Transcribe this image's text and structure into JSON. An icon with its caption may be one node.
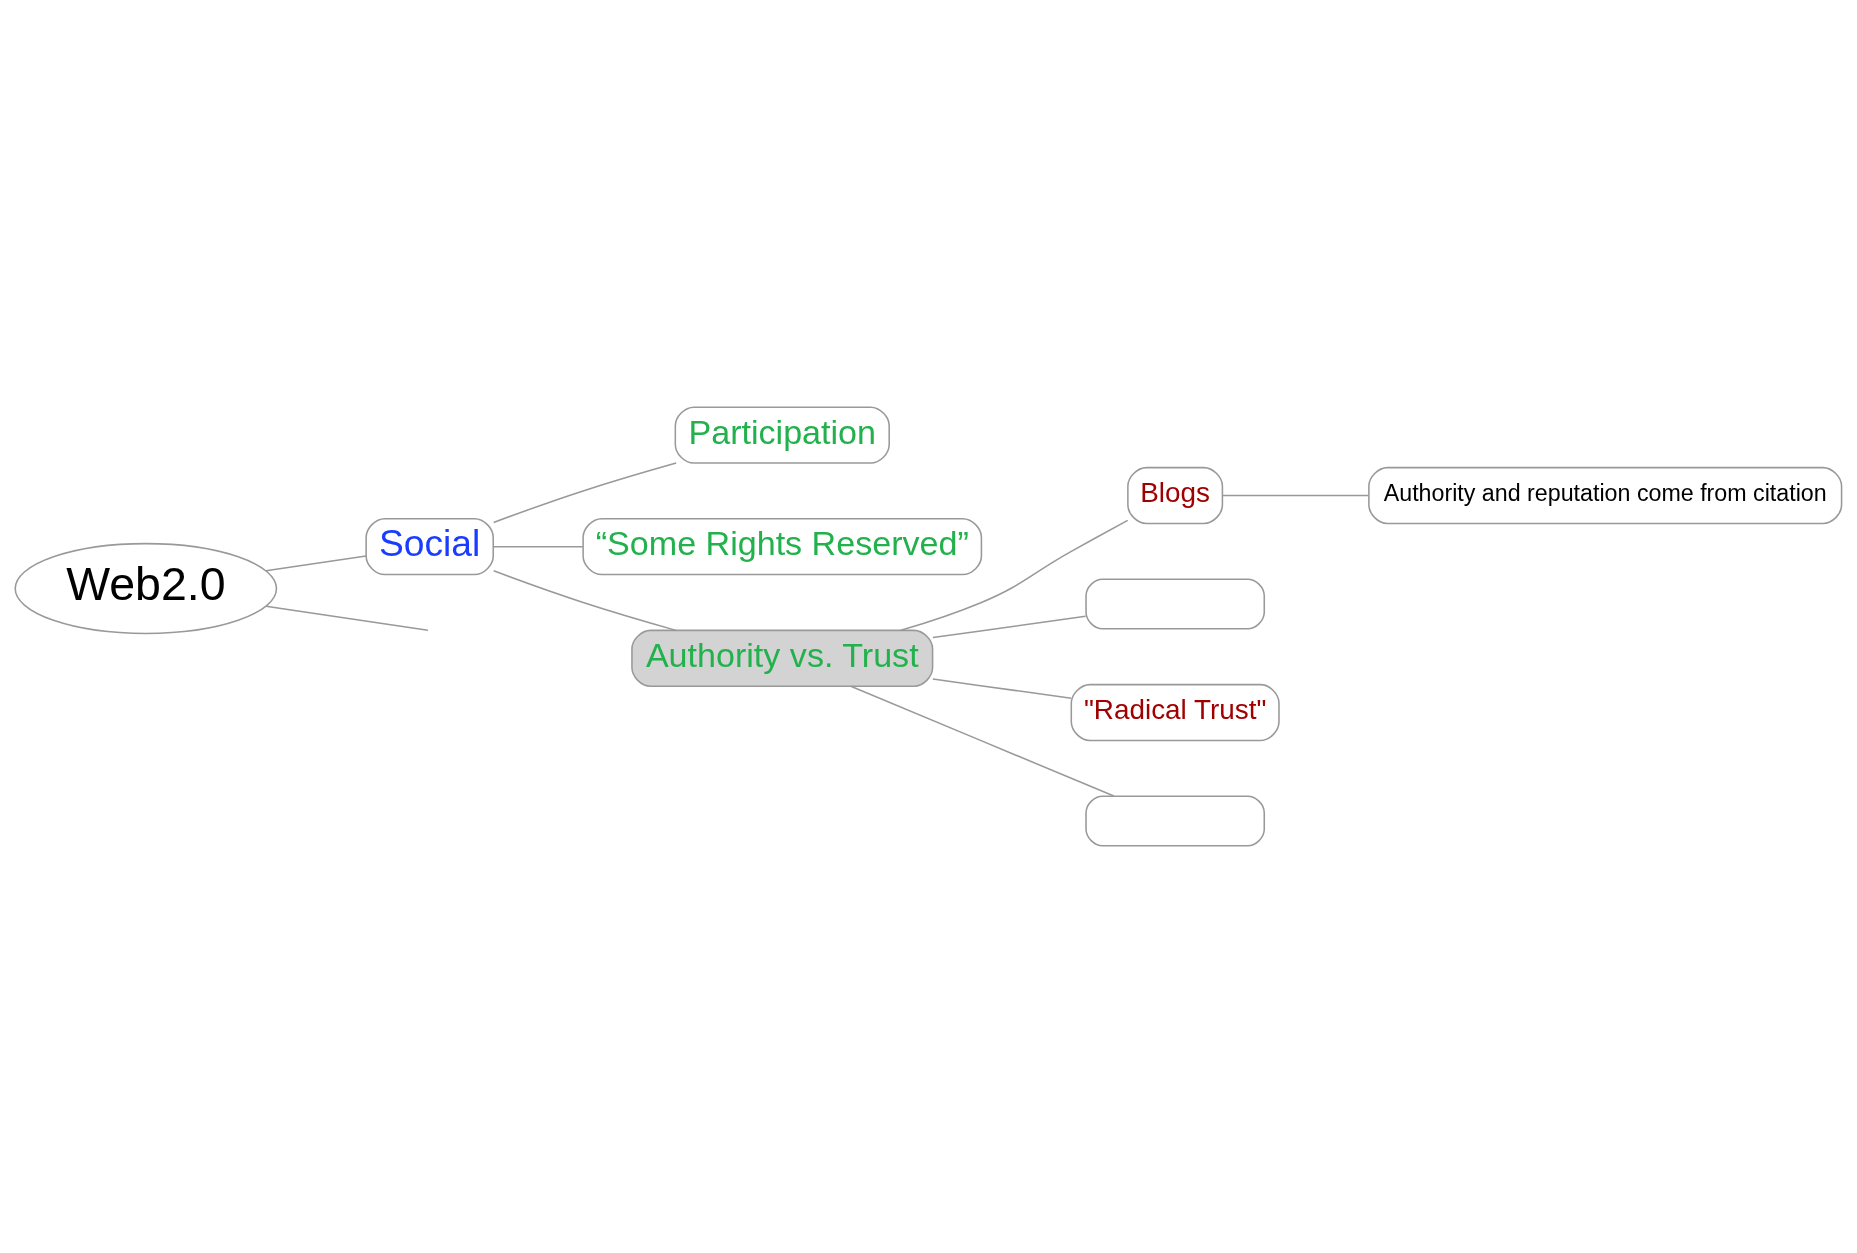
{
  "diagram": {
    "nodes": [
      {
        "text": [
          "Web2.0"
        ]
      },
      {
        "text": [
          "Social"
        ]
      },
      {
        "text": [
          "Participation"
        ]
      },
      {
        "text": [
          "“Some Rights Reserved”"
        ]
      },
      {
        "text": [
          "Authority vs. Trust"
        ]
      },
      {
        "text": [
          "Blogs"
        ]
      },
      {
        "text": [
          "Authority and reputation come from citation"
        ]
      },
      {
        "text": [],
        "shape": "box"
      },
      {
        "text": [
          "\"Radical Trust\""
        ]
      },
      {
        "text": [],
        "shape": "box"
      }
    ],
    "edges": [
      {
        "from": 0,
        "to": null,
        "arrow": "none"
      },
      {
        "from": 0,
        "to": 1,
        "arrow": "none"
      },
      {
        "from": 1,
        "to": 2,
        "arrow": "none"
      },
      {
        "from": 1,
        "to": 3,
        "arrow": "none"
      },
      {
        "from": 1,
        "to": 4,
        "arrow": "none"
      },
      {
        "from": 4,
        "to": 5,
        "arrow": "none"
      },
      {
        "from": 5,
        "to": 6,
        "arrow": "none"
      },
      {
        "from": 4,
        "to": 7,
        "arrow": "none"
      },
      {
        "from": 4,
        "to": 8,
        "arrow": "none"
      },
      {
        "from": 4,
        "to": 9,
        "arrow": "none"
      }
    ]
  }
}
